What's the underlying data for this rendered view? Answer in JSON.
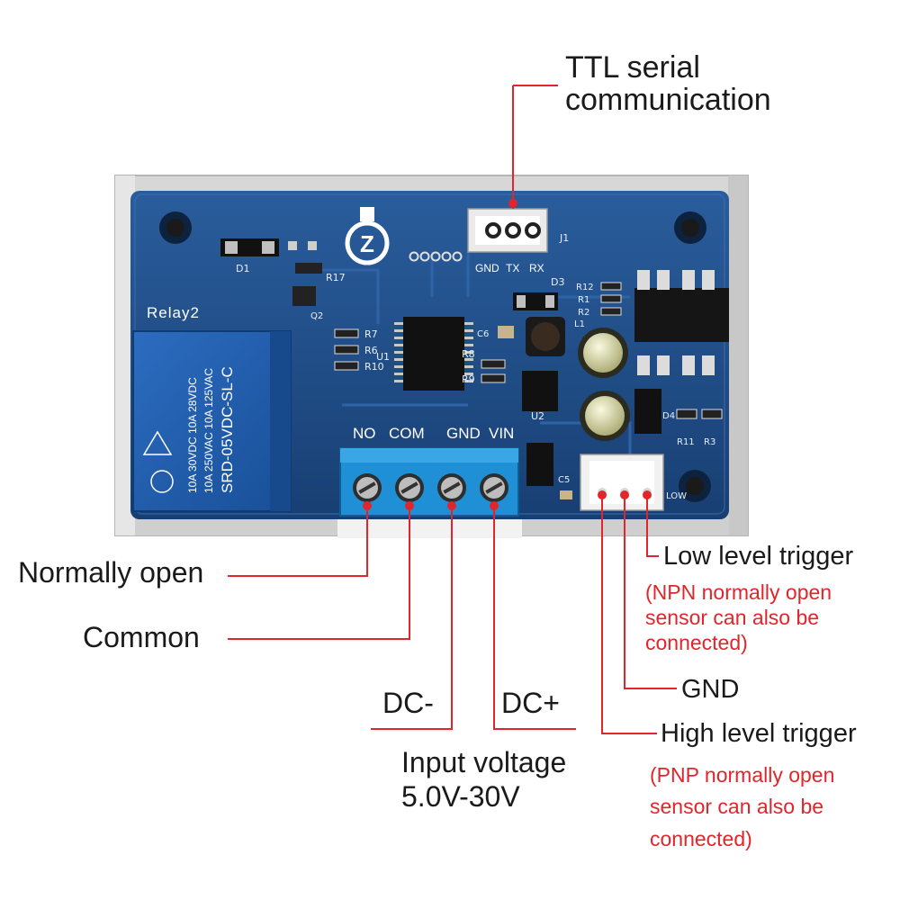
{
  "callouts": {
    "ttl_line1": "TTL serial",
    "ttl_line2": "communication",
    "normally_open": "Normally open",
    "common": "Common",
    "dc_minus": "DC-",
    "dc_plus": "DC+",
    "input_voltage_line1": "Input voltage",
    "input_voltage_line2": "5.0V-30V",
    "low_trigger": "Low level trigger",
    "low_note_line1": "(NPN normally open",
    "low_note_line2": "sensor can also be",
    "low_note_line3": "connected)",
    "gnd": "GND",
    "high_trigger": "High level trigger",
    "high_note_line1": "(PNP normally open",
    "high_note_line2": "sensor can also be",
    "high_note_line3": "connected)"
  },
  "board": {
    "relay_label": "Relay2",
    "terminal_labels": [
      "NO",
      "COM",
      "GND",
      "VIN"
    ],
    "header_labels": [
      "GND",
      "TX",
      "RX"
    ],
    "j1": "J1",
    "relay_text_1": "SRD-05VDC-SL-C",
    "relay_text_2": "10A 250VAC 10A 125VAC",
    "relay_text_3": "10A 30VDC 10A 28VDC",
    "components": {
      "d1": "D1",
      "r17": "R17",
      "q2": "Q2",
      "r7": "R7",
      "r6": "R6",
      "r10": "R10",
      "u1": "U1",
      "r8": "R8",
      "r9": "R9",
      "c6": "C6",
      "d3": "D3",
      "r12": "R12",
      "r1": "R1",
      "r2": "R2",
      "l1": "L1",
      "u2": "U2",
      "d4": "D4",
      "r11": "R11",
      "r3": "R3",
      "c5": "C5",
      "low": "LOW"
    }
  },
  "colors": {
    "pcb": "#1e4f8f",
    "pcb_dark": "#163c6e",
    "relay": "#1f5fb0",
    "terminal": "#1f8fd6",
    "callout": "#e0262b",
    "text": "#1a1a1a"
  }
}
